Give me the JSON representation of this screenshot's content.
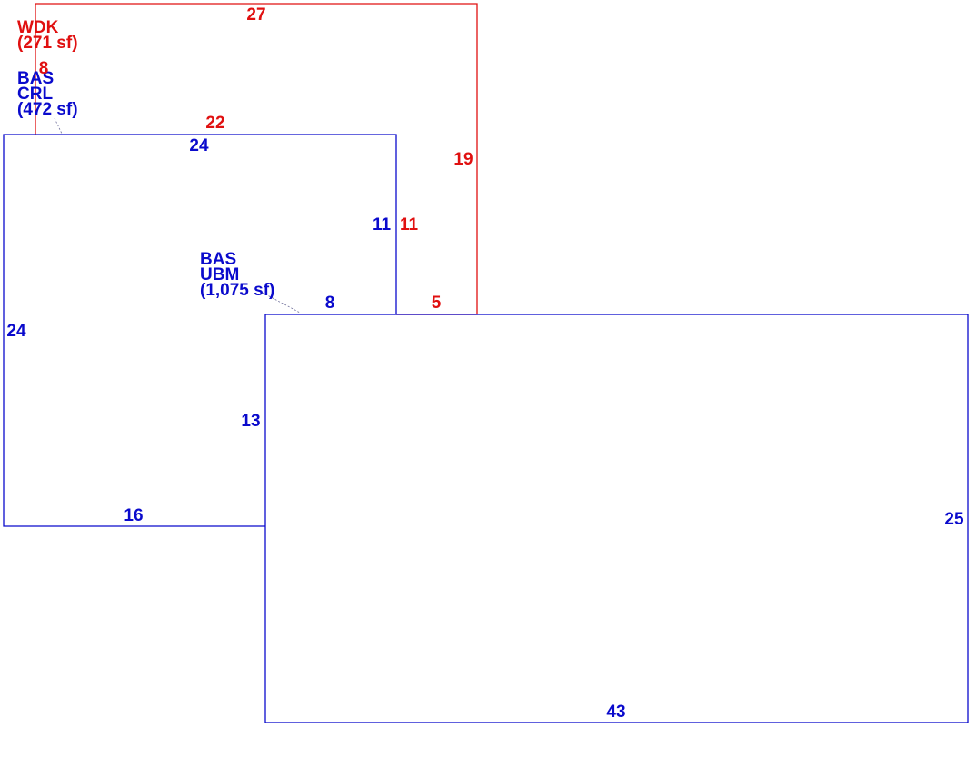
{
  "colors": {
    "blue": "#0a0acc",
    "red": "#e01010",
    "leader": "#6e6e9a"
  },
  "areas": {
    "wdk": {
      "lines": [
        "WDK",
        "(271 sf)"
      ]
    },
    "crl": {
      "lines": [
        "BAS",
        "CRL",
        "(472 sf)"
      ]
    },
    "ubm": {
      "lines": [
        "BAS",
        "UBM",
        "(1,075 sf)"
      ]
    }
  },
  "dims": {
    "red_top": "27",
    "red_inner": "8",
    "red_ledge": "22",
    "red_right": "19",
    "red_mid": "11",
    "red_bottom": "5",
    "blue_top": "24",
    "blue_mid": "11",
    "blue_left": "24",
    "blue_step": "8",
    "blue_inner": "13",
    "blue_bottom_left": "16",
    "blue_right": "25",
    "blue_bottom": "43"
  }
}
